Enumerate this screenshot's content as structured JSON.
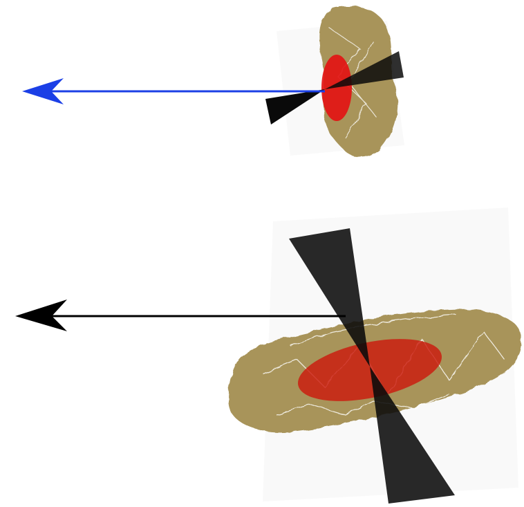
{
  "figure": {
    "panels": [
      {
        "id": "top",
        "arrow_direction": "left",
        "colors": {
          "arrow": "#1b3fe6",
          "halo": "#a8945a",
          "halo_edge": "#ffffff",
          "core": "#e31414",
          "cone": "#0a0a0a"
        },
        "icons": [
          "arrow-left-icon",
          "cone-icon",
          "ellipse-icon"
        ]
      },
      {
        "id": "bottom",
        "arrow_direction": "left",
        "colors": {
          "arrow": "#000000",
          "halo": "#a8945a",
          "halo_edge": "#ffffff",
          "core": "#cc1a0e",
          "cone": "#0a0a0a"
        },
        "icons": [
          "arrow-left-icon",
          "cone-icon",
          "ellipse-icon"
        ]
      }
    ]
  }
}
